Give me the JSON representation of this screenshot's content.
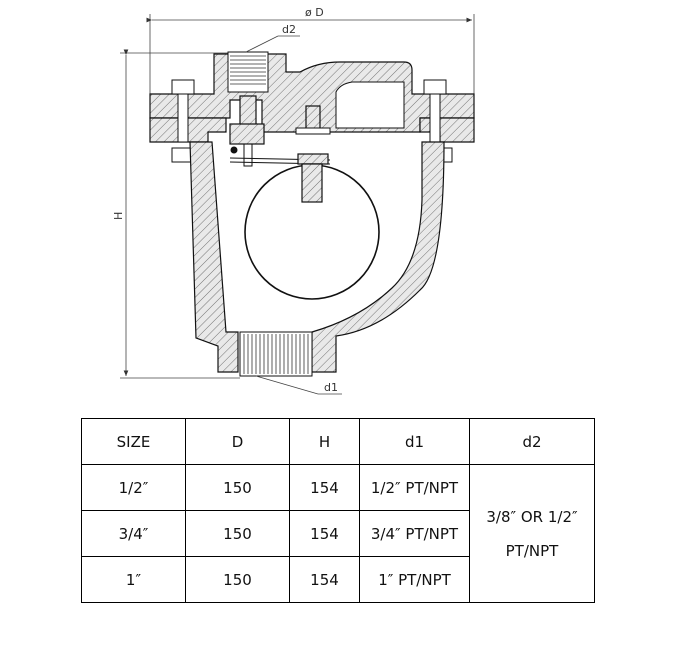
{
  "drawing": {
    "dim_diameter": "ø D",
    "dim_height": "H",
    "dim_d1": "d1",
    "dim_d2": "d2"
  },
  "table": {
    "headers": [
      "SIZE",
      "D",
      "H",
      "d1",
      "d2"
    ],
    "rows": [
      [
        "1/2″",
        "150",
        "154",
        "1/2″ PT/NPT"
      ],
      [
        "3/4″",
        "150",
        "154",
        "3/4″ PT/NPT"
      ],
      [
        "1″",
        "150",
        "154",
        "1″ PT/NPT"
      ]
    ],
    "d2_value_line1": "3/8″ OR 1/2″",
    "d2_value_line2": "PT/NPT"
  }
}
